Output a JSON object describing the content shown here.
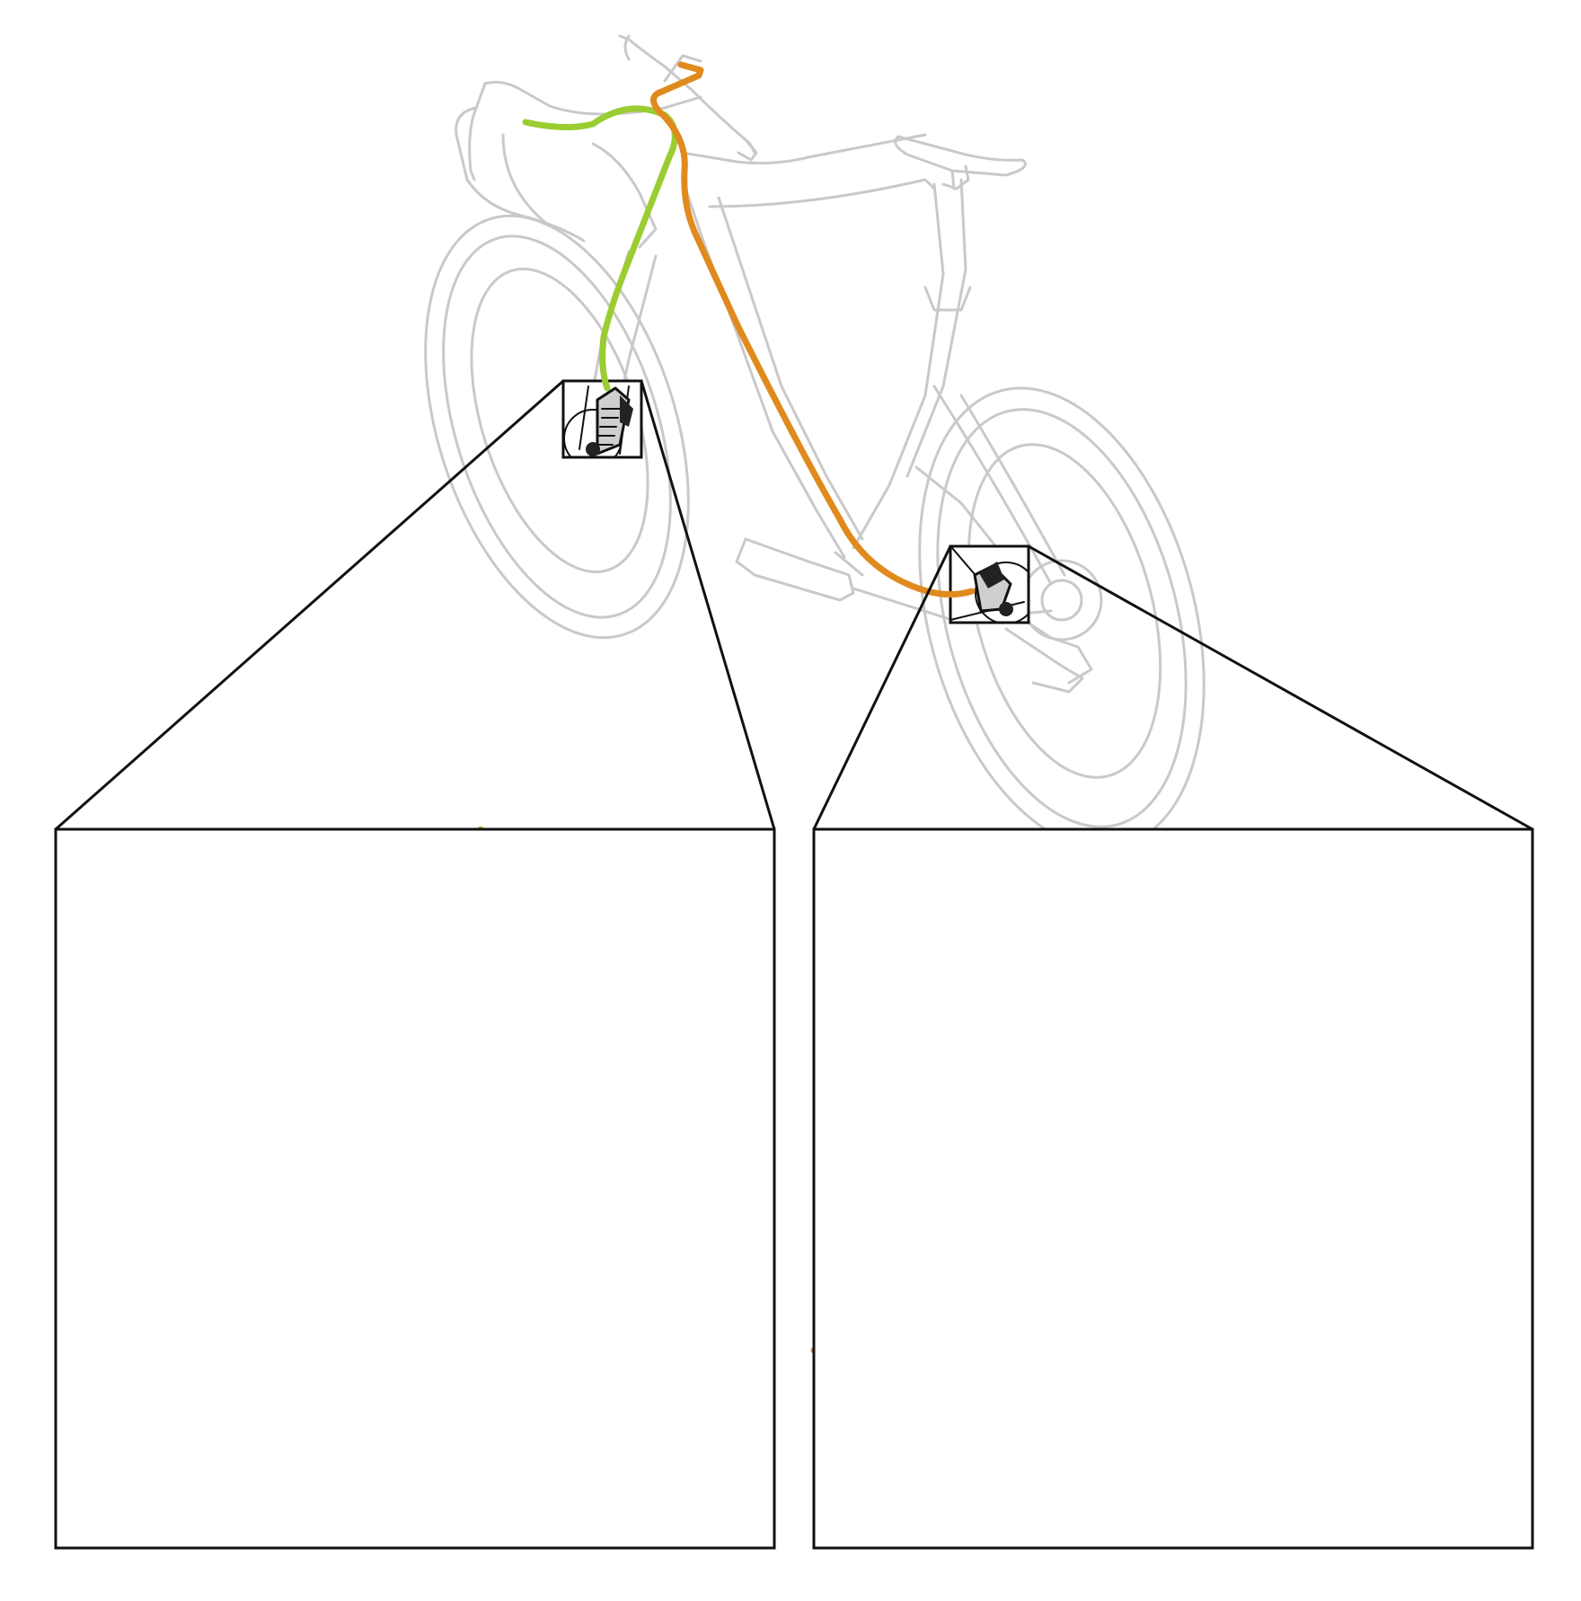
{
  "figure": {
    "subject": "bicycle-brake-hose-routing",
    "insets": [
      {
        "id": "front-brake",
        "hose": "front",
        "hose_color": "#9ACD32"
      },
      {
        "id": "rear-brake",
        "hose": "rear",
        "hose_color": "#E08A1E"
      }
    ]
  },
  "colors": {
    "front_hose": "#9ACD32",
    "rear_hose": "#E08A1E",
    "ghost_bike": "#c9c9c9",
    "ink": "#111111",
    "caliper_fill": "#cfcfcf"
  }
}
